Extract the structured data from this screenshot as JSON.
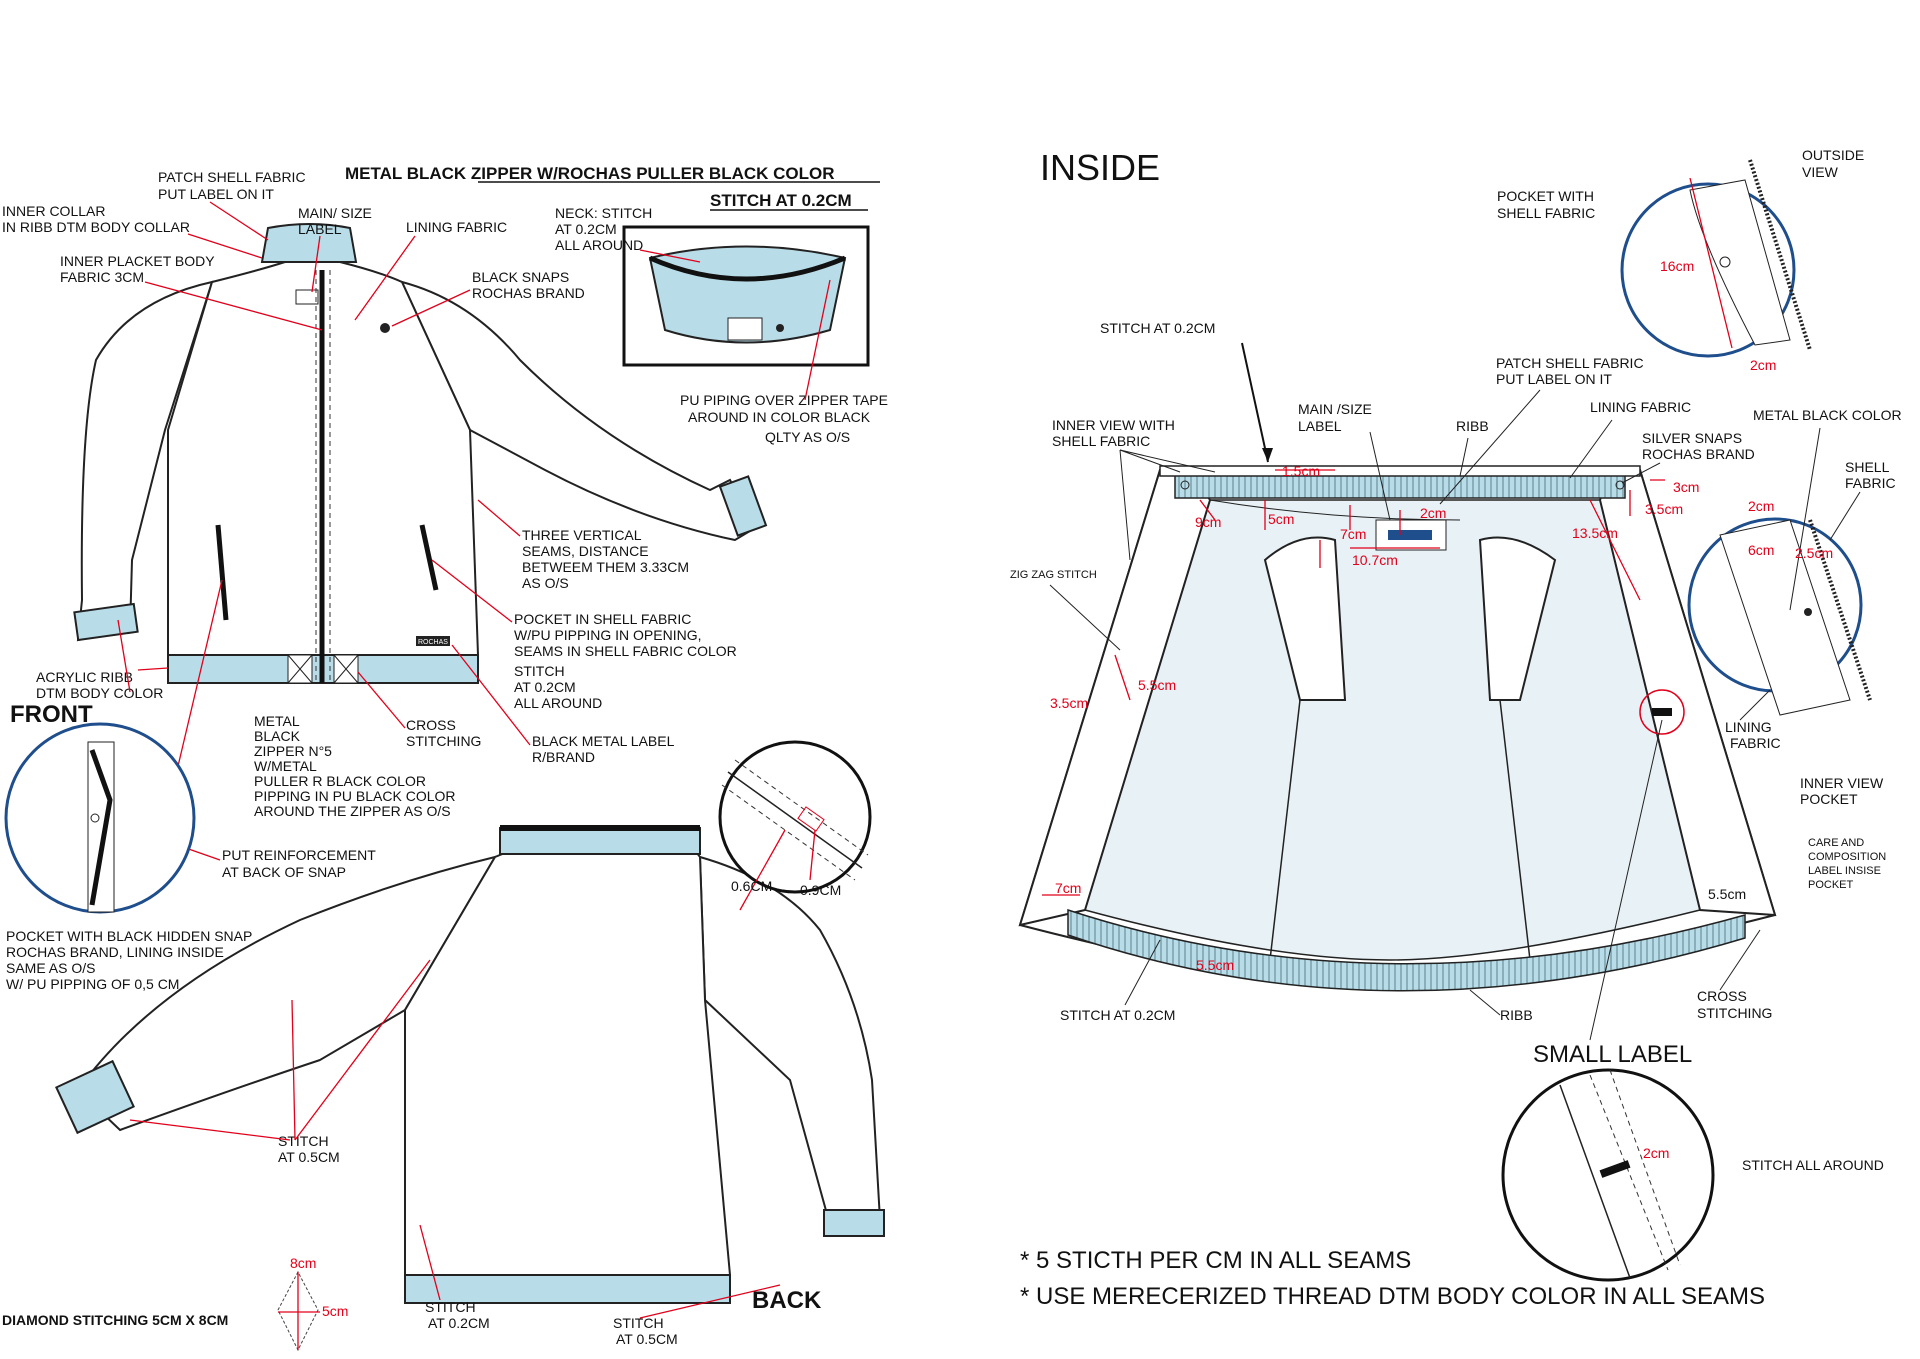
{
  "colors": {
    "rib": "#b9dde8",
    "leader": "#e2001a",
    "callout_circle": "#1f4e8c",
    "lining": "#e8f1f5"
  },
  "front": {
    "title": "FRONT",
    "header_line1": "METAL BLACK ZIPPER W/ROCHAS PULLER BLACK COLOR",
    "header_line2": "STITCH AT 0.2CM",
    "patch_shell_1": "PATCH SHELL FABRIC",
    "patch_shell_2": "PUT LABEL ON IT",
    "inner_collar_1": "INNER COLLAR",
    "inner_collar_2": "IN RIBB DTM BODY COLLAR",
    "main_size_1": "MAIN/ SIZE",
    "main_size_2": "LABEL",
    "lining_fabric": "LINING FABRIC",
    "inner_placket_1": "INNER PLACKET BODY",
    "inner_placket_2": "FABRIC 3CM",
    "neck_stitch_1": "NECK: STITCH",
    "neck_stitch_2": "AT 0.2CM",
    "neck_stitch_3": "ALL AROUND",
    "black_snaps_1": "BLACK SNAPS",
    "black_snaps_2": "ROCHAS BRAND",
    "pu_piping_1": "PU PIPING OVER ZIPPER TAPE",
    "pu_piping_2": "AROUND IN COLOR BLACK",
    "pu_piping_3": "QLTY AS O/S",
    "three_seams_1": "THREE VERTICAL",
    "three_seams_2": "SEAMS, DISTANCE",
    "three_seams_3": "BETWEEM THEM 3.33CM",
    "three_seams_4": "AS O/S",
    "pocket_shell_1": "POCKET IN SHELL FABRIC",
    "pocket_shell_2": "W/PU PIPPING  IN OPENING,",
    "pocket_shell_3": "SEAMS IN SHELL FABRIC COLOR",
    "stitch_around_1": "STITCH",
    "stitch_around_2": "AT 0.2CM",
    "stitch_around_3": "ALL AROUND",
    "acrylic_1": "ACRYLIC RIBB",
    "acrylic_2": "DTM BODY COLOR",
    "zipper_1": "METAL",
    "zipper_2": "BLACK",
    "zipper_3": "ZIPPER N°5",
    "zipper_4": "W/METAL",
    "zipper_5": "PULLER R BLACK COLOR",
    "zipper_6": "PIPPING IN PU BLACK COLOR",
    "zipper_7": "AROUND THE ZIPPER AS O/S",
    "cross_1": "CROSS",
    "cross_2": "STITCHING",
    "metal_label_1": "BLACK METAL LABEL",
    "metal_label_2": "R/BRAND",
    "reinforcement_1": "PUT REINFORCEMENT",
    "reinforcement_2": "AT BACK OF SNAP",
    "pocket_snap_1": "POCKET WITH BLACK HIDDEN SNAP",
    "pocket_snap_2": "ROCHAS BRAND, LINING INSIDE",
    "pocket_snap_3": "SAME AS O/S",
    "pocket_snap_4": "W/ PU PIPPING OF 0,5 CM",
    "brand_tag": "ROCHAS"
  },
  "back": {
    "title": "BACK",
    "dim_06": "0.6CM",
    "dim_09": "0.9CM",
    "stitch05_1": "STITCH",
    "stitch05_2": "AT 0.5CM",
    "stitch02_1": "STITCH",
    "stitch02_2": "AT 0.2CM",
    "stitch05b_1": "STITCH",
    "stitch05b_2": "AT 0.5CM",
    "diamond": "DIAMOND STITCHING 5CM X 8CM",
    "diamond_8": "8cm",
    "diamond_5": "5cm"
  },
  "inside": {
    "title": "INSIDE",
    "stitch_top": "STITCH AT 0.2CM",
    "patch_1": "PATCH SHELL FABRIC",
    "patch_2": "PUT LABEL ON IT",
    "main_1": "MAIN /SIZE",
    "main_2": "LABEL",
    "ribb_top": "RIBB",
    "lining": "LINING FABRIC",
    "inner_view_1": "INNER VIEW WITH",
    "inner_view_2": "SHELL FABRIC",
    "silver_1": "SILVER SNAPS",
    "silver_2": "ROCHAS BRAND",
    "metal_black": "METAL BLACK COLOR",
    "shell_1": "SHELL",
    "shell_2": "FABRIC",
    "zigzag": "ZIG ZAG STITCH",
    "inner_pocket_1": "INNER VIEW",
    "inner_pocket_2": "POCKET",
    "lining_fabric_1": "LINING",
    "lining_fabric_2": "FABRIC",
    "care_1": "CARE AND",
    "care_2": "COMPOSITION",
    "care_3": "LABEL INSISE",
    "care_4": "POCKET",
    "stitch_bottom": "STITCH AT 0.2CM",
    "ribb_bottom": "RIBB",
    "cross_1": "CROSS",
    "cross_2": "STITCHING",
    "pocket_with_1": "POCKET WITH",
    "pocket_with_2": "SHELL FABRIC",
    "outside_1": "OUTSIDE",
    "outside_2": "VIEW",
    "small_label": "SMALL LABEL",
    "stitch_all": "STITCH ALL AROUND",
    "note1": "* 5 STICTH PER CM IN ALL SEAMS",
    "note2": "* USE MERECERIZED THREAD DTM BODY  COLOR IN ALL SEAMS",
    "d_16": "16cm",
    "d_2a": "2cm",
    "d_15": "1.5cm",
    "d_3": "3cm",
    "d_35a": "3.5cm",
    "d_9": "9cm",
    "d_5": "5cm",
    "d_2b": "2cm",
    "d_7a": "7cm",
    "d_107": "10.7cm",
    "d_135": "13.5cm",
    "d_2c": "2cm",
    "d_6": "6cm",
    "d_25": "2.5cm",
    "d_35b": "3.5cm",
    "d_55a": "5.5cm",
    "d_7b": "7cm",
    "d_55b": "5.5cm",
    "d_55c": "5.5cm",
    "d_2d": "2cm"
  }
}
